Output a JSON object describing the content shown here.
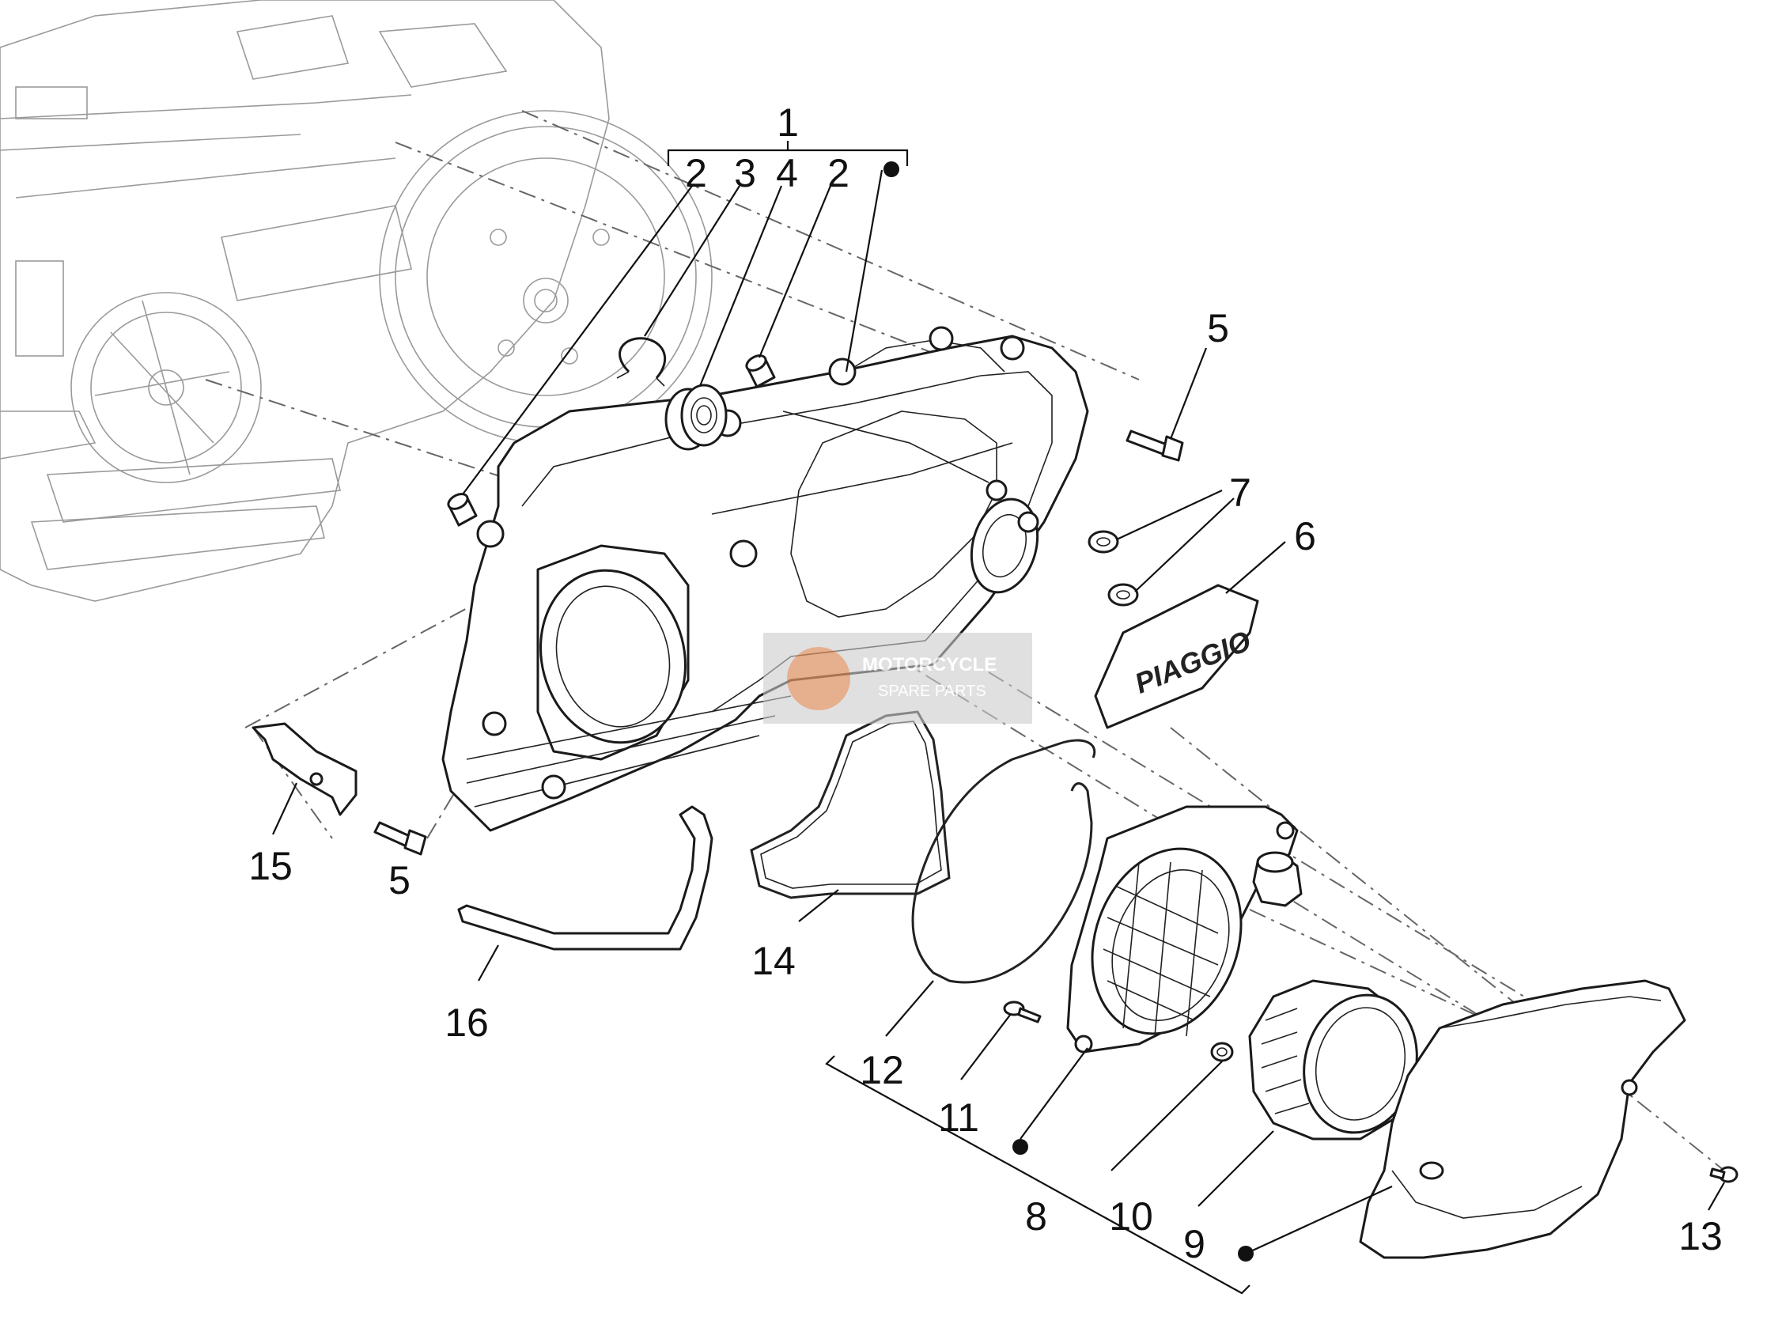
{
  "callouts": {
    "c1": "1",
    "c2a": "2",
    "c3": "3",
    "c4": "4",
    "c2b": "2",
    "c5a": "5",
    "c7": "7",
    "c6": "6",
    "c15": "15",
    "c5b": "5",
    "c14": "14",
    "c16": "16",
    "c12": "12",
    "c11": "11",
    "c8": "8",
    "c10": "10",
    "c9": "9",
    "c13": "13"
  },
  "badge_text": "PIAGGIO",
  "watermark": {
    "line1": "MOTORCYCLE",
    "line2": "SPARE PARTS"
  },
  "colors": {
    "line": "#1a1a1a",
    "ghost": "#9a9a9a",
    "watermark_bg": "#cccccc",
    "watermark_logo": "#e8732a"
  }
}
